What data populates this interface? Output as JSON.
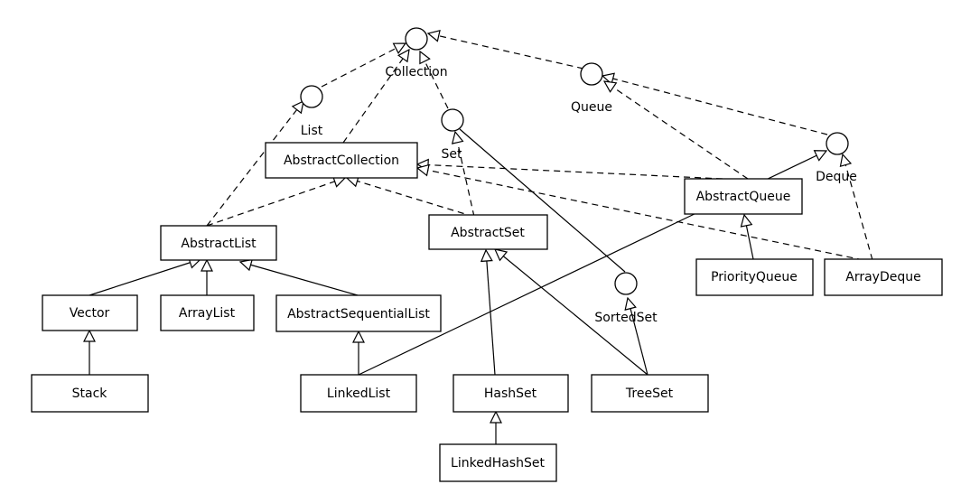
{
  "interfaces": {
    "collection": "Collection",
    "list": "List",
    "set": "Set",
    "queue": "Queue",
    "deque": "Deque",
    "sorted_set": "SortedSet"
  },
  "classes": {
    "abstract_collection": "AbstractCollection",
    "abstract_list": "AbstractList",
    "abstract_set": "AbstractSet",
    "abstract_queue": "AbstractQueue",
    "vector": "Vector",
    "array_list": "ArrayList",
    "abstract_sequential_list": "AbstractSequentialList",
    "stack": "Stack",
    "linked_list": "LinkedList",
    "hash_set": "HashSet",
    "tree_set": "TreeSet",
    "linked_hash_set": "LinkedHashSet",
    "priority_queue": "PriorityQueue",
    "array_deque": "ArrayDeque"
  },
  "relations": [
    {
      "from": "List",
      "to": "Collection",
      "kind": "realization"
    },
    {
      "from": "Set",
      "to": "Collection",
      "kind": "realization"
    },
    {
      "from": "Queue",
      "to": "Collection",
      "kind": "realization"
    },
    {
      "from": "AbstractCollection",
      "to": "Collection",
      "kind": "realization"
    },
    {
      "from": "Deque",
      "to": "Queue",
      "kind": "realization"
    },
    {
      "from": "AbstractQueue",
      "to": "Queue",
      "kind": "realization"
    },
    {
      "from": "AbstractList",
      "to": "List",
      "kind": "realization"
    },
    {
      "from": "AbstractList",
      "to": "AbstractCollection",
      "kind": "realization"
    },
    {
      "from": "AbstractSet",
      "to": "AbstractCollection",
      "kind": "realization"
    },
    {
      "from": "AbstractSet",
      "to": "Set",
      "kind": "realization"
    },
    {
      "from": "AbstractQueue",
      "to": "AbstractCollection",
      "kind": "realization"
    },
    {
      "from": "ArrayDeque",
      "to": "AbstractCollection",
      "kind": "realization"
    },
    {
      "from": "ArrayDeque",
      "to": "Deque",
      "kind": "realization"
    },
    {
      "from": "Vector",
      "to": "AbstractList",
      "kind": "generalization"
    },
    {
      "from": "ArrayList",
      "to": "AbstractList",
      "kind": "generalization"
    },
    {
      "from": "AbstractSequentialList",
      "to": "AbstractList",
      "kind": "generalization"
    },
    {
      "from": "Stack",
      "to": "Vector",
      "kind": "generalization"
    },
    {
      "from": "LinkedList",
      "to": "AbstractSequentialList",
      "kind": "generalization"
    },
    {
      "from": "LinkedList",
      "to": "Deque",
      "kind": "generalization"
    },
    {
      "from": "HashSet",
      "to": "AbstractSet",
      "kind": "generalization"
    },
    {
      "from": "TreeSet",
      "to": "AbstractSet",
      "kind": "generalization"
    },
    {
      "from": "TreeSet",
      "to": "SortedSet",
      "kind": "generalization"
    },
    {
      "from": "SortedSet",
      "to": "Set",
      "kind": "generalization"
    },
    {
      "from": "LinkedHashSet",
      "to": "HashSet",
      "kind": "generalization"
    },
    {
      "from": "PriorityQueue",
      "to": "AbstractQueue",
      "kind": "generalization"
    }
  ]
}
